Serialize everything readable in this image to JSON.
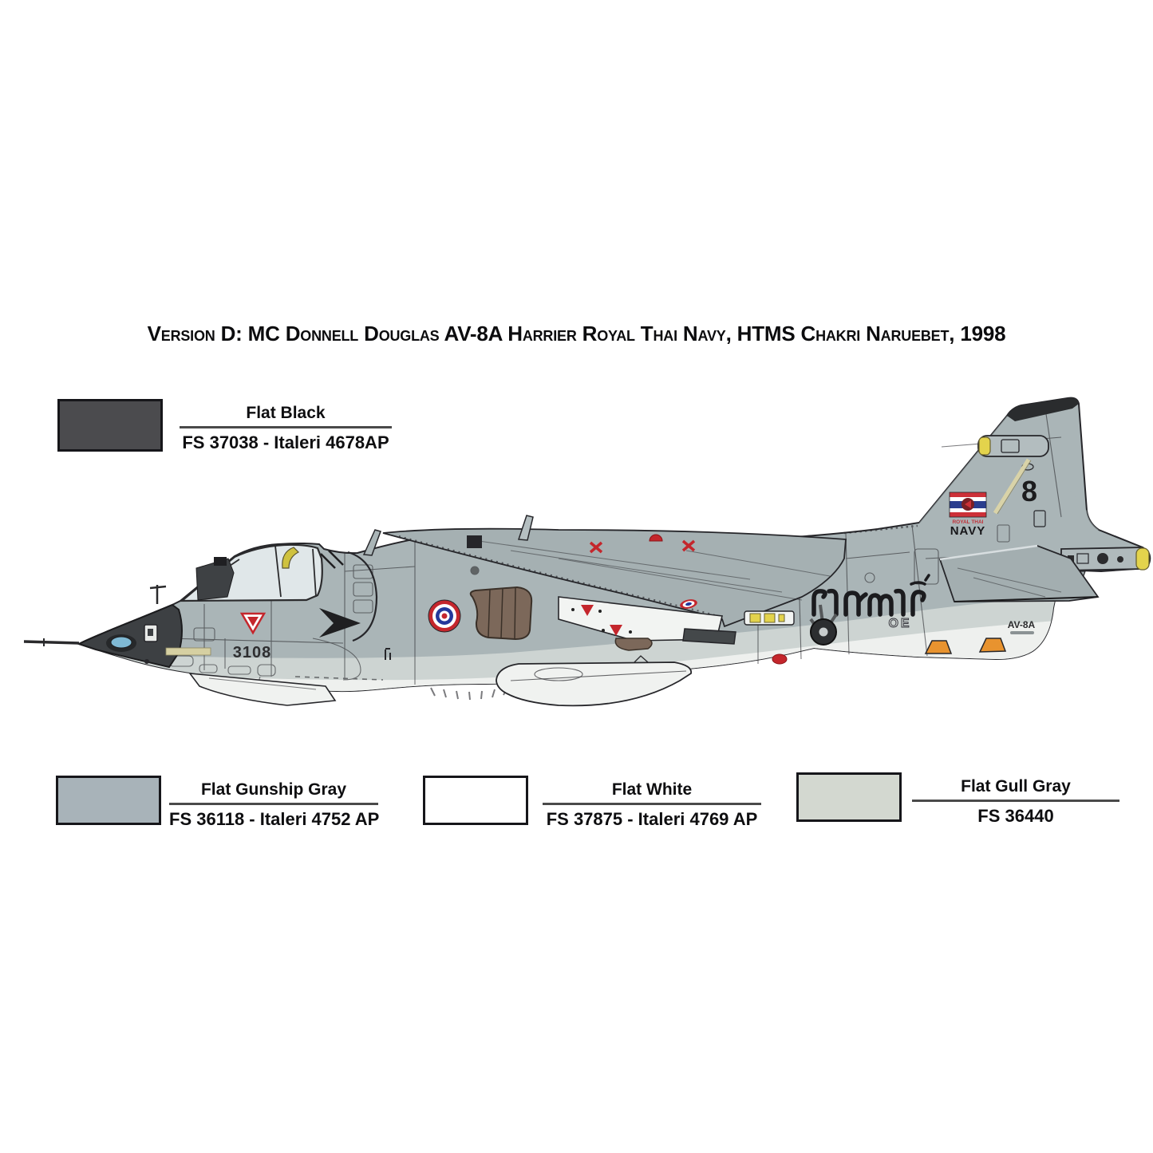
{
  "title": "Version D: MC Donnell Douglas AV-8A Harrier Royal Thai Navy, HTMS Chakri Naruebet, 1998",
  "palette": {
    "swatches": [
      {
        "id": "flat-black",
        "name": "Flat Black",
        "spec": "FS 37038 - Italeri 4678AP",
        "hex": "#4b4b4e"
      },
      {
        "id": "flat-gunship-gray",
        "name": "Flat Gunship Gray",
        "spec": "FS 36118 - Italeri 4752 AP",
        "hex": "#a8b3b9"
      },
      {
        "id": "flat-white",
        "name": "Flat White",
        "spec": "FS 37875 - Italeri 4769 AP",
        "hex": "#ffffff"
      },
      {
        "id": "flat-gull-gray",
        "name": "Flat Gull Gray",
        "spec": "FS 36440",
        "hex": "#d3d8d0"
      }
    ]
  },
  "aircraft": {
    "nose_number": "3108",
    "tail_number": "8",
    "thai_text": "ราชนาวี",
    "squadron_code": "OE",
    "type_marking": "AV-8A",
    "flag_label_top": "ROYAL THAI",
    "flag_label_bottom": "NAVY"
  },
  "colors": {
    "upper_gray": "#aab5b7",
    "band_gray": "#cdd4d2",
    "belly_white": "#eef0ee",
    "nozzle_brown": "#7c685a",
    "marking_red": "#c4262c",
    "roundel_blue": "#24389b",
    "tip_yellow": "#e3d34c",
    "formation_orange": "#e8932f"
  }
}
